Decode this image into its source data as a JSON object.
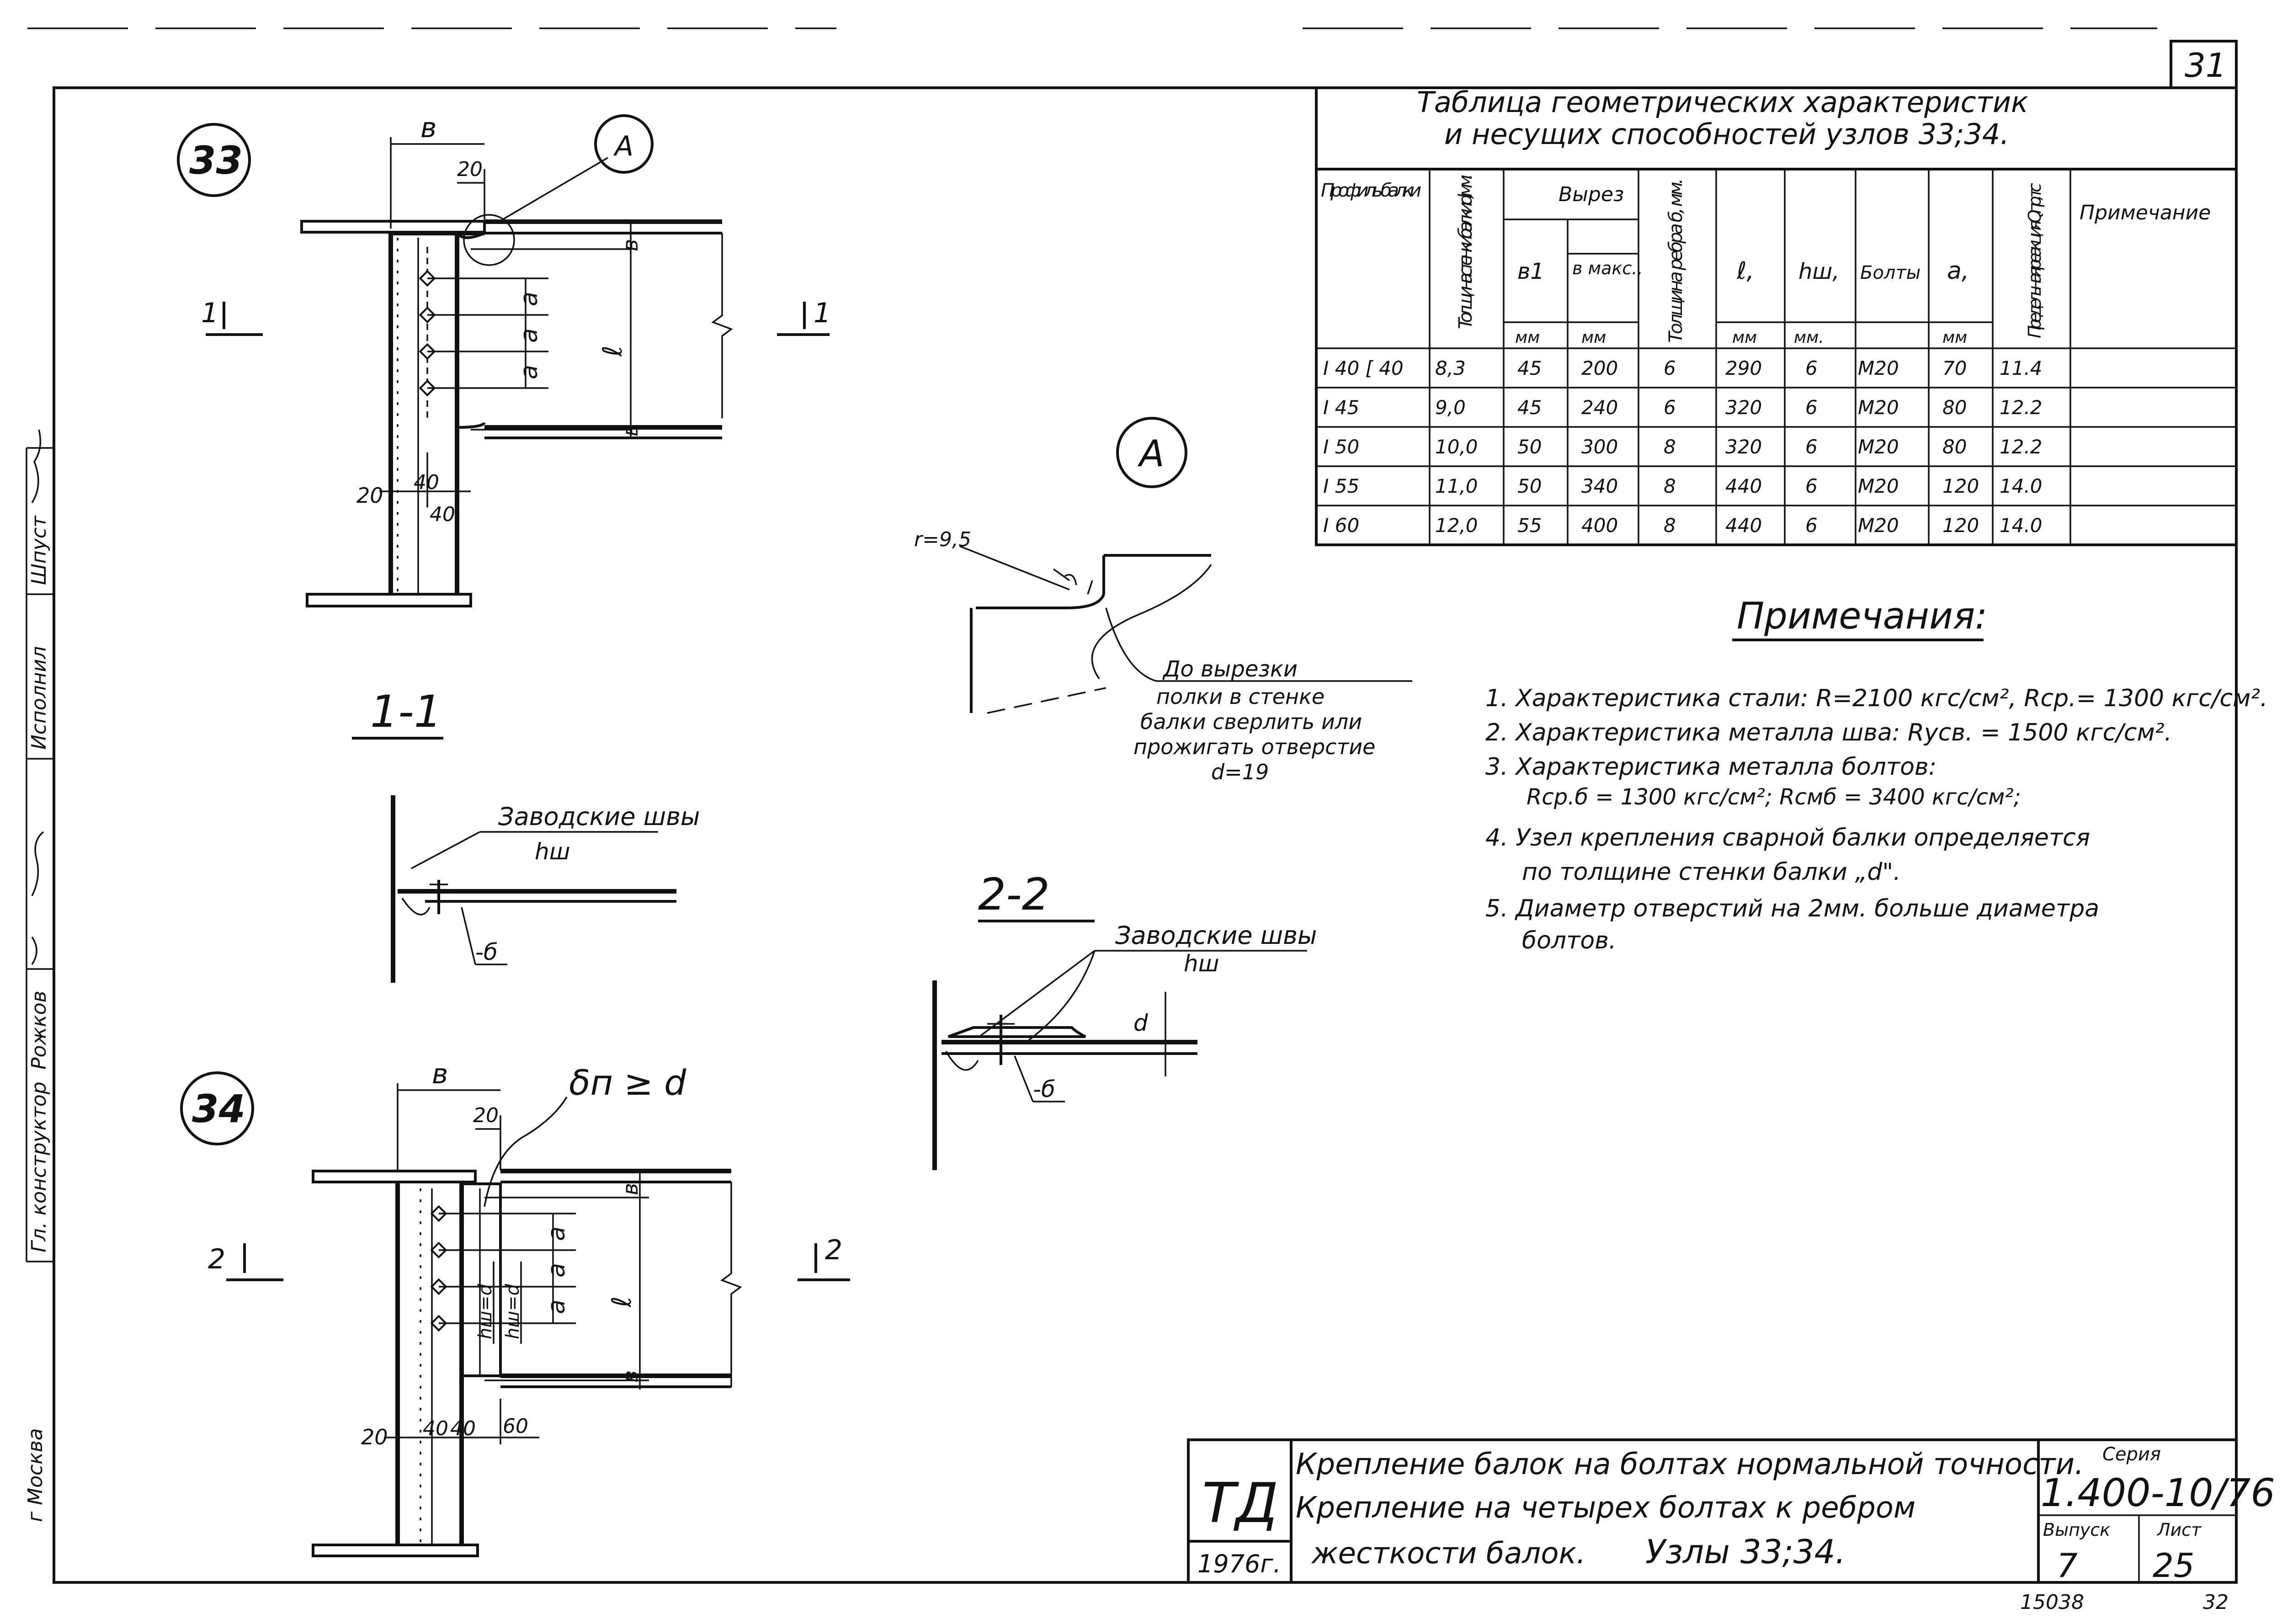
{
  "sheet": {
    "number_top": "31",
    "archive_no": "15038",
    "page_bottom": "32"
  },
  "side_stamp": {
    "city": "г Москва",
    "role1": "Гл. конструктор",
    "name1": "Рожков",
    "role2": "Исполнил",
    "role3": "Шпуст"
  },
  "node33": {
    "label": "33",
    "dims": {
      "b": "в",
      "d20": "20",
      "a1": "а",
      "a2": "а",
      "a3": "а",
      "l": "ℓ",
      "b_top": "в",
      "b_bot": "в",
      "d20_left": "20",
      "d40": "40",
      "d40b": "40"
    },
    "section_left": "1",
    "section_right": "1",
    "callout": "А"
  },
  "node34": {
    "label": "34",
    "dims": {
      "b": "в",
      "d20": "20",
      "delta": "δп ≥ d",
      "a1": "а",
      "a2": "а",
      "a3": "а",
      "l": "ℓ",
      "b_top": "в",
      "b_bot": "в",
      "hw1": "hш=d",
      "hw2": "hш=d",
      "d20_left": "20",
      "d40": "40",
      "d40b": "40",
      "d60": "60"
    },
    "section_left": "2",
    "section_right": "2"
  },
  "section11": {
    "title": "1-1",
    "welds": "Заводские швы",
    "hw": "hш",
    "b": "-б"
  },
  "section22": {
    "title": "2-2",
    "welds": "Заводские швы",
    "hw": "hш",
    "d": "d",
    "b": "-б"
  },
  "detailA": {
    "label": "А",
    "radius": "r=9,5",
    "note_line1": "До вырезки",
    "note_line2": "полки в стенке",
    "note_line3": "балки сверлить или",
    "note_line4": "прожигать отверстие",
    "note_line5": "d=19"
  },
  "table": {
    "title1": "Таблица геометрических характеристик",
    "title2": "и несущих способностей узлов 33;34.",
    "headers": {
      "profile": "Профиль балки",
      "web": "Толщина стенки балки d, мм.",
      "cutout": "Вырез",
      "b1": "в1",
      "bmax": "в макс.,",
      "rib": "Толщина ребра б, мм.",
      "l": "ℓ,",
      "hw": "hш,",
      "bolts": "Болты",
      "a": "а,",
      "reaction": "Предельная реакция Qпр, тс",
      "note": "Примечание",
      "unit_mm": "мм",
      "unit_mm2": "мм.",
      "unit_mm3": "мм"
    },
    "rows": [
      {
        "profile": "I 40 [ 40",
        "d": "8,3",
        "b1": "45",
        "bmax": "200",
        "rib": "6",
        "l": "290",
        "hw": "6",
        "bolt": "М20",
        "a": "70",
        "q": "11.4",
        "note": ""
      },
      {
        "profile": "I 45",
        "d": "9,0",
        "b1": "45",
        "bmax": "240",
        "rib": "6",
        "l": "320",
        "hw": "6",
        "bolt": "М20",
        "a": "80",
        "q": "12.2",
        "note": ""
      },
      {
        "profile": "I 50",
        "d": "10,0",
        "b1": "50",
        "bmax": "300",
        "rib": "8",
        "l": "320",
        "hw": "6",
        "bolt": "М20",
        "a": "80",
        "q": "12.2",
        "note": ""
      },
      {
        "profile": "I 55",
        "d": "11,0",
        "b1": "50",
        "bmax": "340",
        "rib": "8",
        "l": "440",
        "hw": "6",
        "bolt": "М20",
        "a": "120",
        "q": "14.0",
        "note": ""
      },
      {
        "profile": "I 60",
        "d": "12,0",
        "b1": "55",
        "bmax": "400",
        "rib": "8",
        "l": "440",
        "hw": "6",
        "bolt": "М20",
        "a": "120",
        "q": "14.0",
        "note": ""
      }
    ]
  },
  "notes": {
    "title": "Примечания:",
    "n1": "1. Характеристика стали: R=2100 кгс/см², Rср.= 1300 кгс/см².",
    "n2": "2. Характеристика металла шва: Rусв. = 1500 кгс/см².",
    "n3a": "3. Характеристика металла болтов:",
    "n3b": "Rср.б = 1300 кгс/см²;   Rсмб = 3400 кгс/см²;",
    "n4a": "4. Узел крепления сварной балки определяется",
    "n4b": "по толщине стенки балки „d\".",
    "n5a": "5. Диаметр отверстий на 2мм. больше диаметра",
    "n5b": "болтов."
  },
  "title_block": {
    "td": "ТД",
    "year": "1976г.",
    "line1": "Крепление балок на болтах нормальной точности.",
    "line2": "Крепление на четырех болтах к ребром",
    "line3": "жесткости балок.",
    "nodes": "Узлы 33;34.",
    "series_label": "Серия",
    "series": "1.400-10/76",
    "issue_label": "Выпуск",
    "issue": "7",
    "sheet_label": "Лист",
    "sheet": "25"
  }
}
